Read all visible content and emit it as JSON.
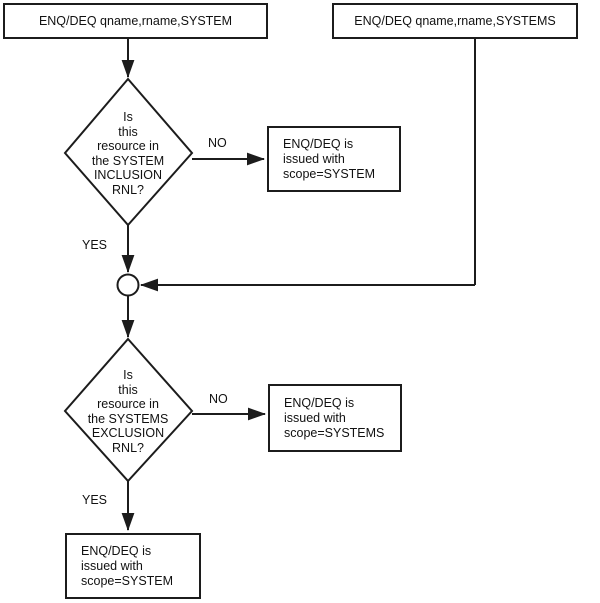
{
  "diagram": {
    "type": "flowchart",
    "title": "ENQ/DEQ scope resolution flowchart",
    "colors": {
      "stroke": "#1c1c1c",
      "text": "#111111",
      "background": "#ffffff"
    },
    "nodes": {
      "start_left": {
        "shape": "rectangle",
        "text": "ENQ/DEQ qname,rname,SYSTEM"
      },
      "start_right": {
        "shape": "rectangle",
        "text": "ENQ/DEQ qname,rname,SYSTEMS"
      },
      "decision_1": {
        "shape": "diamond",
        "text": "Is\nthis\nresource in\nthe SYSTEM\nINCLUSION\nRNL?"
      },
      "decision_1_no_box": {
        "shape": "rectangle",
        "text": "ENQ/DEQ is\nissued with\nscope=SYSTEM"
      },
      "merge_connector": {
        "shape": "circle",
        "text": ""
      },
      "decision_2": {
        "shape": "diamond",
        "text": "Is\nthis\nresource in\nthe SYSTEMS\nEXCLUSION\nRNL?"
      },
      "decision_2_no_box": {
        "shape": "rectangle",
        "text": "ENQ/DEQ is\nissued with\nscope=SYSTEMS"
      },
      "final_box": {
        "shape": "rectangle",
        "text": "ENQ/DEQ is\nissued with\nscope=SYSTEM"
      }
    },
    "edge_labels": {
      "decision_1_no": "NO",
      "decision_1_yes": "YES",
      "decision_2_no": "NO",
      "decision_2_yes": "YES"
    }
  }
}
